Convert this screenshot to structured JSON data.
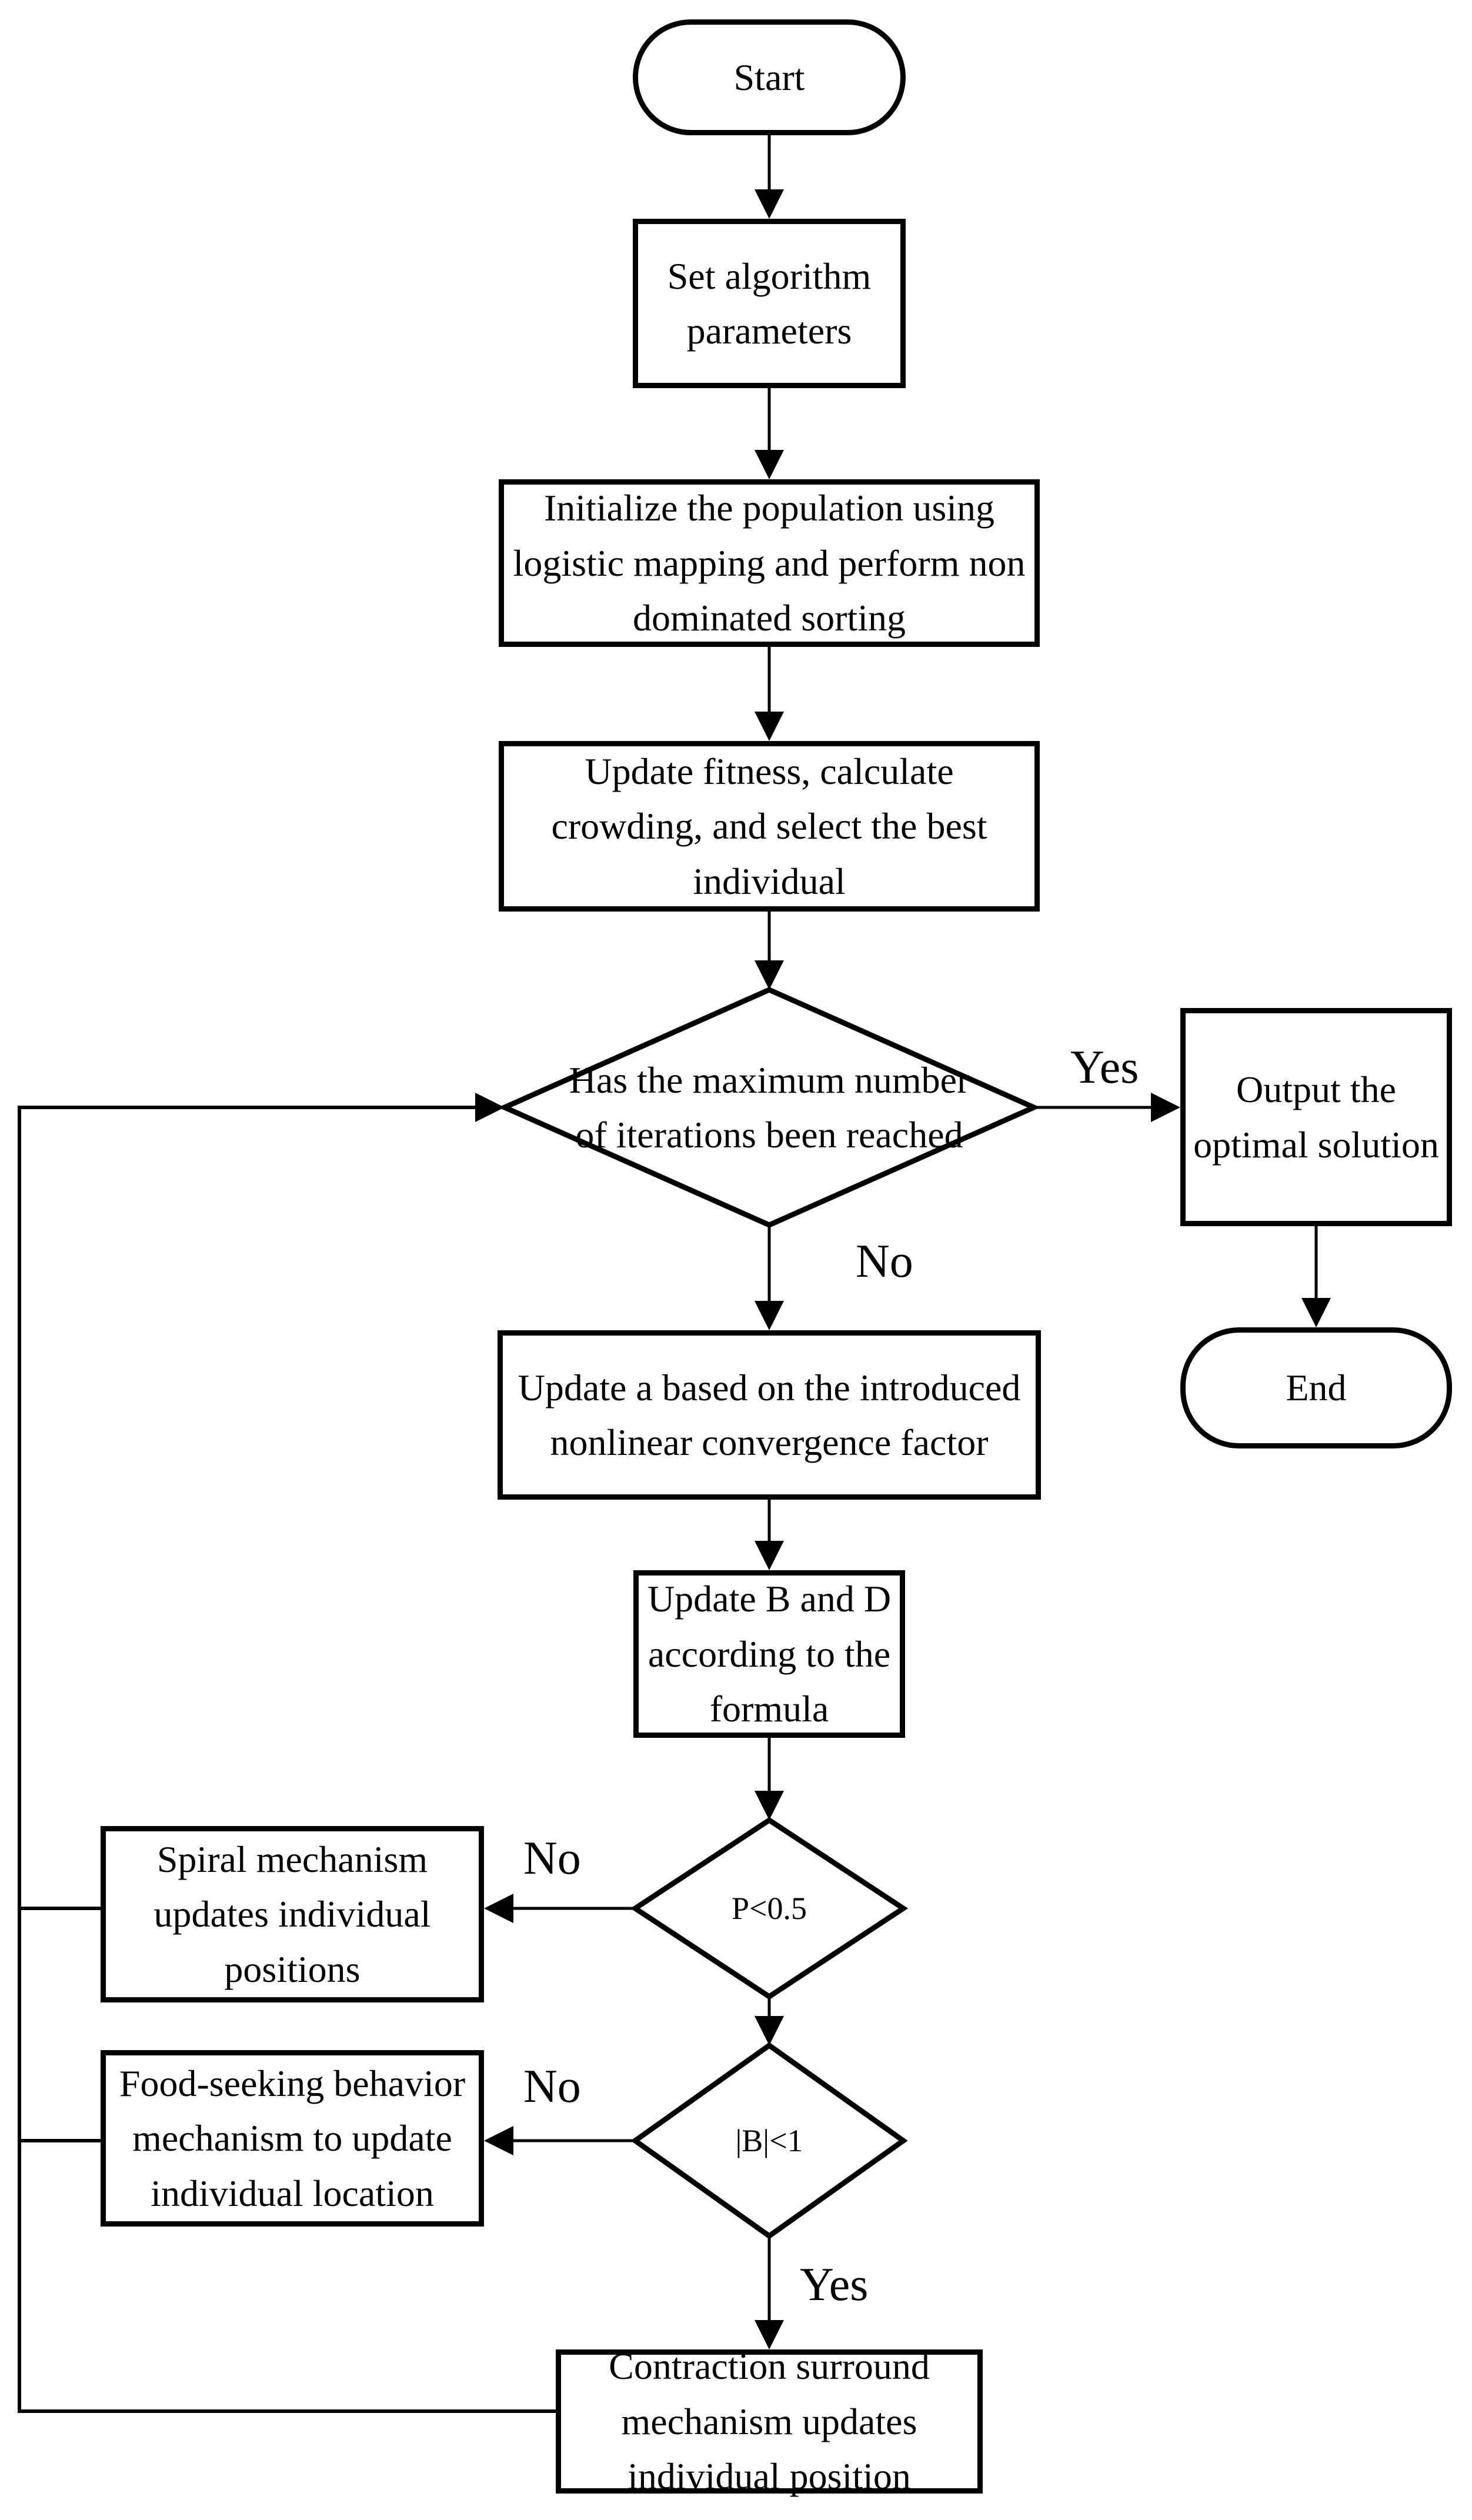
{
  "diagram_type": "flowchart",
  "colors": {
    "line": "#000000",
    "background": "#ffffff",
    "text": "#000000"
  },
  "nodes": {
    "start": {
      "label": "Start",
      "shape": "stadium"
    },
    "set_params": {
      "label": "Set algorithm\nparameters",
      "shape": "rect"
    },
    "initialize": {
      "label": "Initialize the population using\nlogistic mapping and perform non\ndominated sorting",
      "shape": "rect"
    },
    "update_fitness": {
      "label": "Update fitness, calculate\ncrowding, and select the best\nindividual",
      "shape": "rect"
    },
    "max_iter_decision": {
      "label": "Has the maximum number\nof iterations been reached",
      "shape": "diamond"
    },
    "output_solution": {
      "label": "Output the\noptimal solution",
      "shape": "rect"
    },
    "end": {
      "label": "End",
      "shape": "stadium"
    },
    "update_a": {
      "label": "Update a based on the introduced\nnonlinear convergence factor",
      "shape": "rect"
    },
    "update_bd": {
      "label": "Update B and D\naccording to the\nformula",
      "shape": "rect"
    },
    "p_decision": {
      "label": "P<0.5",
      "shape": "diamond"
    },
    "b_decision": {
      "label": "|B|<1",
      "shape": "diamond"
    },
    "spiral": {
      "label": "Spiral mechanism\nupdates individual\npositions",
      "shape": "rect"
    },
    "food_seeking": {
      "label": "Food-seeking behavior\nmechanism to update\nindividual location",
      "shape": "rect"
    },
    "contraction": {
      "label": "Contraction surround\nmechanism updates\nindividual position",
      "shape": "rect"
    }
  },
  "edge_labels": {
    "max_iter_yes": "Yes",
    "max_iter_no": "No",
    "p_no": "No",
    "b_no": "No",
    "b_yes": "Yes"
  }
}
